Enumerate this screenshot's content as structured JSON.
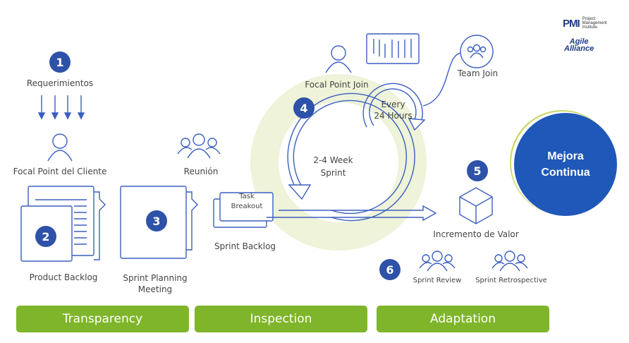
{
  "logos": {
    "pmi_mark": "PMI",
    "pmi_text": [
      "Project",
      "Management",
      "Institute."
    ],
    "agile_alliance": [
      "Agile",
      "Alliance"
    ]
  },
  "steps": {
    "s1": {
      "number": "1",
      "label": "Requerimientos"
    },
    "client": {
      "label": "Focal Point del Cliente"
    },
    "s2": {
      "number": "2",
      "label": "Product Backlog"
    },
    "reunion": {
      "label": "Reunión"
    },
    "s3": {
      "number": "3",
      "label_line1": "Sprint Planning",
      "label_line2": "Meeting"
    },
    "task_breakout": {
      "line1": "Task",
      "line2": "Breakout"
    },
    "sprint_backlog": {
      "label": "Sprint Backlog"
    },
    "s4": {
      "number": "4"
    },
    "focal_join": {
      "label": "Focal Point Join"
    },
    "team_join": {
      "label": "Team Join"
    },
    "daily": {
      "line1": "Every",
      "line2": "24 Hours"
    },
    "sprint": {
      "line1": "2-4 Week",
      "line2": "Sprint"
    },
    "s5": {
      "number": "5",
      "label": "Incremento de Valor"
    },
    "s6": {
      "number": "6"
    },
    "review": {
      "label": "Sprint Review"
    },
    "retro": {
      "label": "Sprint Retrospective"
    }
  },
  "mejora": {
    "line1": "Mejora",
    "line2": "Continua"
  },
  "pillars": [
    "Transparency",
    "Inspection",
    "Adaptation"
  ],
  "colors": {
    "primary_blue": "#2d52a8",
    "stroke_blue": "#3b5fc0",
    "green": "#7fb52a",
    "watermark": "#eef3d9"
  }
}
